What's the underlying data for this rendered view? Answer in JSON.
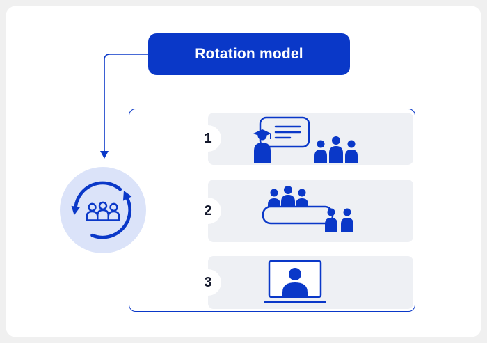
{
  "header": {
    "title": "Rotation model"
  },
  "steps": [
    {
      "number": "1",
      "icons": [
        "teacher-presentation-icon",
        "student-group-icon"
      ]
    },
    {
      "number": "2",
      "icons": [
        "group-table-icon",
        "pair-group-icon"
      ]
    },
    {
      "number": "3",
      "icons": [
        "video-screen-person-icon"
      ]
    }
  ],
  "rotation_badge": {
    "icon": "rotation-arrows-people-icon"
  },
  "colors": {
    "accent": "#0a38c8",
    "title_bg": "#0a38c8",
    "title_text": "#ffffff",
    "panel_border": "#0a38c8",
    "step_row_bg": "#eef0f4",
    "rotation_circle_bg": "#dbe3f9",
    "number_text": "#151a2d",
    "card_bg": "#ffffff",
    "page_bg": "#f0f0f0"
  }
}
